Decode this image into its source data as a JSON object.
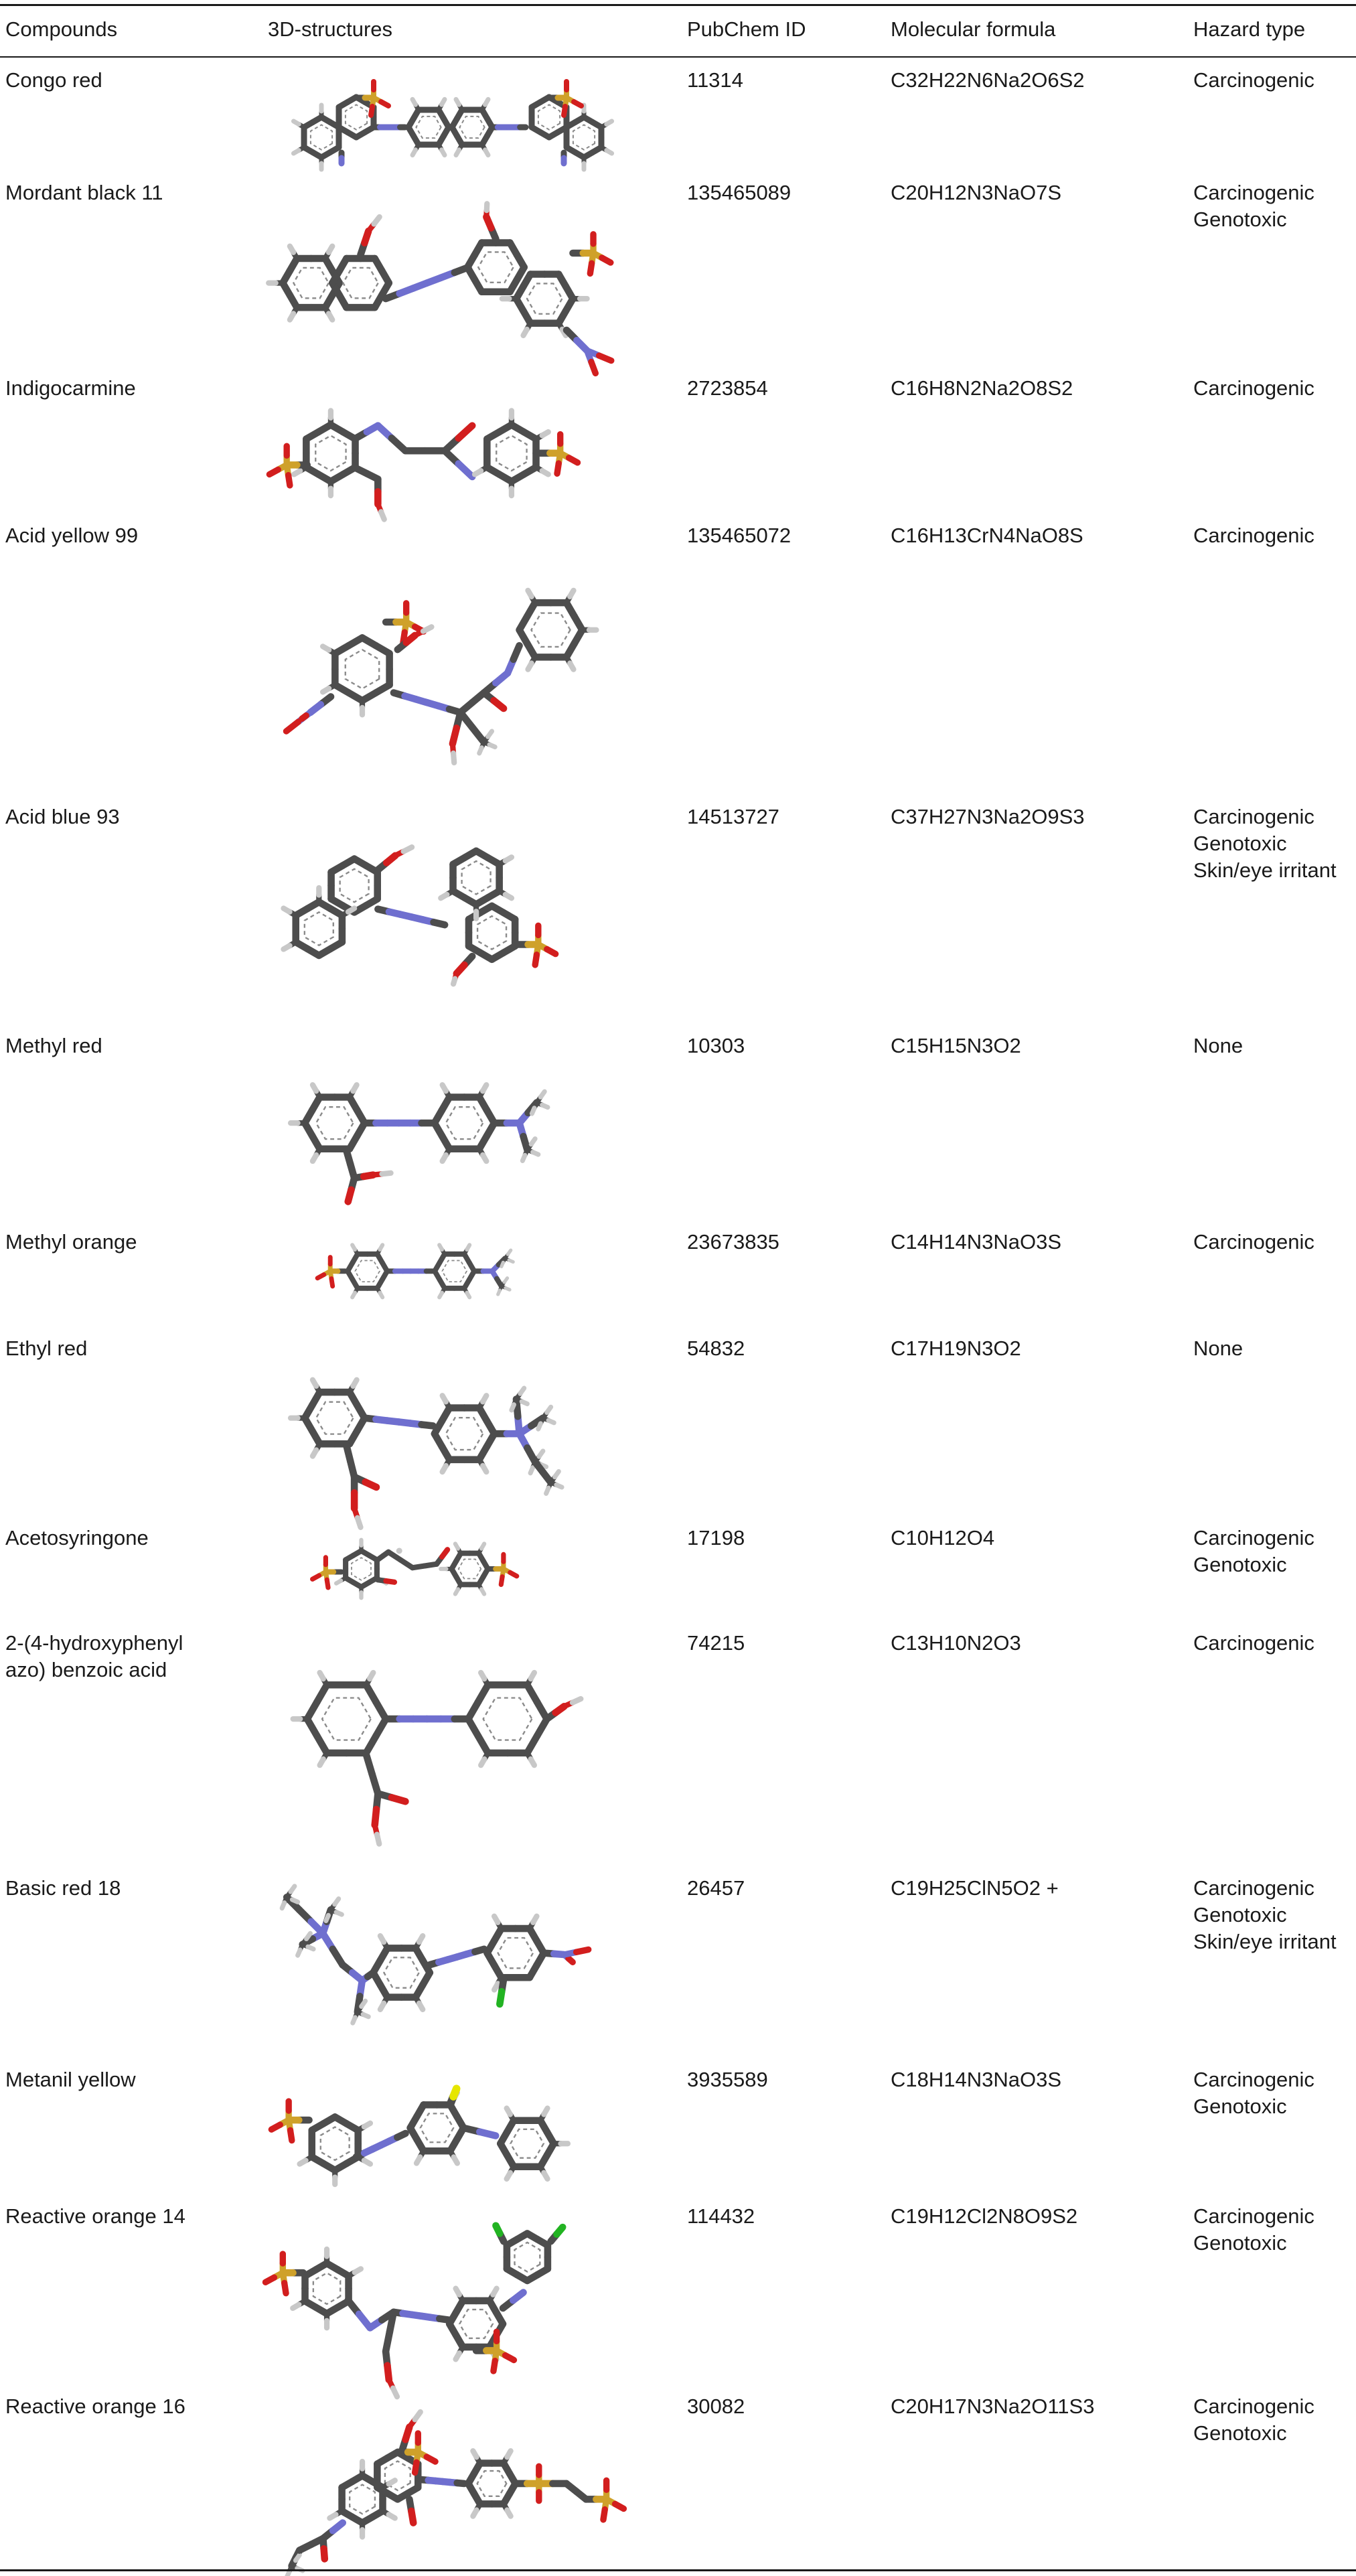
{
  "headers": [
    "Compounds",
    "3D-structures",
    "PubChem ID",
    "Molecular formula",
    "Hazard type"
  ],
  "atom_colors": {
    "carbon": "#4d4d4d",
    "hydrogen": "#c8c8c8",
    "nitrogen": "#6f6fcf",
    "oxygen": "#d21e1e",
    "sulfur": "#cfa12a",
    "sulfur_thio": "#e6e600",
    "chlorine": "#22b322"
  },
  "rows": [
    {
      "name": [
        "Congo red"
      ],
      "pubchem_id": "11314",
      "formula": "C32H22N6Na2O6S2",
      "hazard": [
        "Carcinogenic"
      ],
      "structure": "congo-red-structure"
    },
    {
      "name": [
        "Mordant black 11"
      ],
      "pubchem_id": "135465089",
      "formula": "C20H12N3NaO7S",
      "hazard": [
        "Carcinogenic",
        "Genotoxic"
      ],
      "structure": "mordant-black-11-structure"
    },
    {
      "name": [
        "Indigocarmine"
      ],
      "pubchem_id": "2723854",
      "formula": "C16H8N2Na2O8S2",
      "hazard": [
        "Carcinogenic"
      ],
      "structure": "indigocarmine-structure"
    },
    {
      "name": [
        "Acid yellow 99"
      ],
      "pubchem_id": "135465072",
      "formula": "C16H13CrN4NaO8S",
      "hazard": [
        "Carcinogenic"
      ],
      "structure": "acid-yellow-99-structure"
    },
    {
      "name": [
        "Acid blue 93"
      ],
      "pubchem_id": "14513727",
      "formula": "C37H27N3Na2O9S3",
      "hazard": [
        "Carcinogenic",
        "Genotoxic",
        "Skin/eye irritant"
      ],
      "structure": "acid-blue-93-structure"
    },
    {
      "name": [
        "Methyl red"
      ],
      "pubchem_id": "10303",
      "formula": "C15H15N3O2",
      "hazard": [
        "None"
      ],
      "structure": "methyl-red-structure"
    },
    {
      "name": [
        "Methyl orange"
      ],
      "pubchem_id": "23673835",
      "formula": "C14H14N3NaO3S",
      "hazard": [
        "Carcinogenic"
      ],
      "structure": "methyl-orange-structure"
    },
    {
      "name": [
        "Ethyl red"
      ],
      "pubchem_id": "54832",
      "formula": "C17H19N3O2",
      "hazard": [
        "None"
      ],
      "structure": "ethyl-red-structure"
    },
    {
      "name": [
        "Acetosyringone"
      ],
      "pubchem_id": "17198",
      "formula": "C10H12O4",
      "hazard": [
        "Carcinogenic",
        "Genotoxic"
      ],
      "structure": "acetosyringone-structure"
    },
    {
      "name": [
        "2-(4-hydroxyphenyl",
        "azo) benzoic acid"
      ],
      "pubchem_id": "74215",
      "formula": "C13H10N2O3",
      "hazard": [
        "Carcinogenic"
      ],
      "structure": "hydroxyphenylazo-benzoic-acid-structure"
    },
    {
      "name": [
        "Basic red 18"
      ],
      "pubchem_id": "26457",
      "formula": "C19H25ClN5O2 +",
      "hazard": [
        "Carcinogenic",
        "Genotoxic",
        "Skin/eye irritant"
      ],
      "structure": "basic-red-18-structure"
    },
    {
      "name": [
        "Metanil yellow"
      ],
      "pubchem_id": "3935589",
      "formula": "C18H14N3NaO3S",
      "hazard": [
        "Carcinogenic",
        "Genotoxic"
      ],
      "structure": "metanil-yellow-structure"
    },
    {
      "name": [
        "Reactive orange 14"
      ],
      "pubchem_id": "114432",
      "formula": "C19H12Cl2N8O9S2",
      "hazard": [
        "Carcinogenic",
        "Genotoxic"
      ],
      "structure": "reactive-orange-14-structure"
    },
    {
      "name": [
        "Reactive orange 16"
      ],
      "pubchem_id": "30082",
      "formula": "C20H17N3Na2O11S3",
      "hazard": [
        "Carcinogenic",
        "Genotoxic"
      ],
      "structure": "reactive-orange-16-structure"
    }
  ]
}
